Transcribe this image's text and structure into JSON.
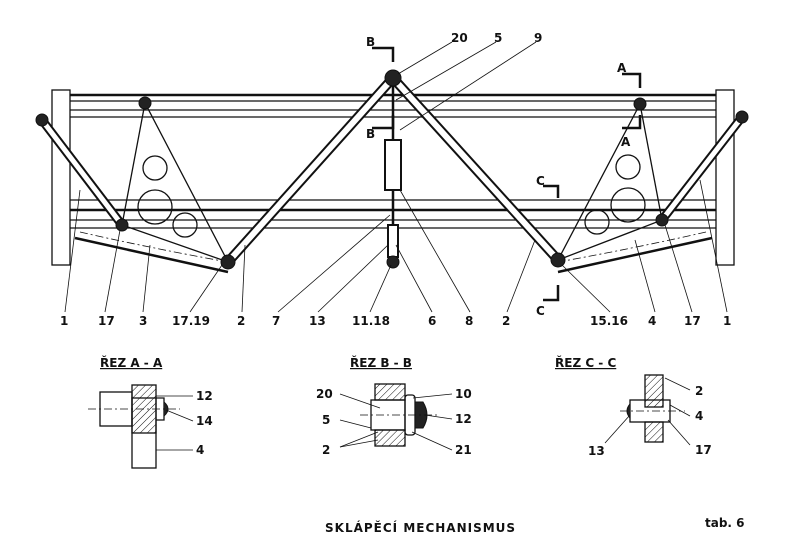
{
  "title": "SKLÁPĚCÍ MECHANISMUS",
  "table_ref": "tab. 6",
  "main_view": {
    "top_labels": [
      "B",
      "20",
      "5",
      "9",
      "A",
      "B",
      "A",
      "C",
      "C"
    ],
    "bottom_labels": [
      "1",
      "17",
      "3",
      "17.19",
      "2",
      "7",
      "13",
      "11.18",
      "6",
      "8",
      "2",
      "15.16",
      "4",
      "17",
      "1"
    ]
  },
  "sections": [
    {
      "heading": "ŘEZ  A - A",
      "labels": [
        "12",
        "14",
        "4"
      ]
    },
    {
      "heading": "ŘEZ  B - B",
      "labels": [
        "20",
        "5",
        "2",
        "10",
        "12",
        "21"
      ]
    },
    {
      "heading": "ŘEZ  C - C",
      "labels": [
        "2",
        "4",
        "13",
        "17"
      ]
    }
  ]
}
